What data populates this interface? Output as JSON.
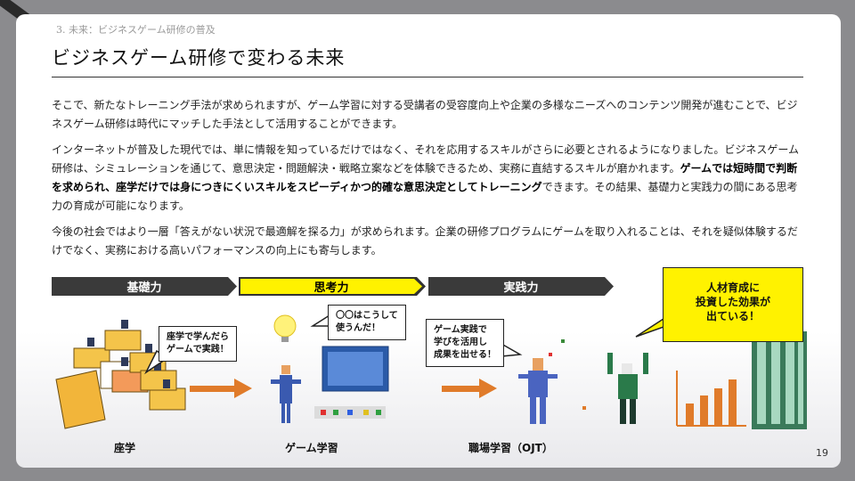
{
  "section_label": "3. 未来：ビジネスゲーム研修の普及",
  "title": "ビジネスゲーム研修で変わる未来",
  "paragraphs": {
    "p1": "そこで、新たなトレーニング手法が求められますが、ゲーム学習に対する受講者の受容度向上や企業の多様なニーズへのコンテンツ開発が進むことで、ビジネスゲーム研修は時代にマッチした手法として活用することができます。",
    "p2_a": "インターネットが普及した現代では、単に情報を知っているだけではなく、それを応用するスキルがさらに必要とされるようになりました。ビジネスゲーム研修は、シミュレーションを通じて、意思決定・問題解決・戦略立案などを体験できるため、実務に直結するスキルが磨かれます。",
    "p2_bold": "ゲームでは短時間で判断を求められ、座学だけでは身につきにくいスキルをスピーディかつ的確な意思決定としてトレーニング",
    "p2_b": "できます。その結果、基礎力と実践力の間にある思考力の育成が可能になります。",
    "p3": "今後の社会ではより一層「答えがない状況で最適解を探る力」が求められます。企業の研修プログラムにゲームを取り入れることは、それを疑似体験するだけでなく、実務における高いパフォーマンスの向上にも寄与します。"
  },
  "stages": {
    "basic": "基礎力",
    "thinking": "思考力",
    "practice": "実践力"
  },
  "bubbles": {
    "lecture_line1": "座学で学んだら",
    "lecture_line2": "ゲームで実践！",
    "game_line1": "〇〇はこうして",
    "game_line2": "使うんだ！",
    "ojt_line1": "ゲーム実践で",
    "ojt_line2": "学びを活用し",
    "ojt_line3": "成果を出せる！",
    "result_line1": "人材育成に",
    "result_line2": "投資した効果が",
    "result_line3": "出ている！"
  },
  "captions": {
    "lecture": "座学",
    "game": "ゲーム学習",
    "ojt": "職場学習（OJT）"
  },
  "page_number": "19",
  "colors": {
    "accent_yellow": "#fff200",
    "arrow_orange": "#e07b2a",
    "chevron_dark": "#3a3a3a"
  }
}
